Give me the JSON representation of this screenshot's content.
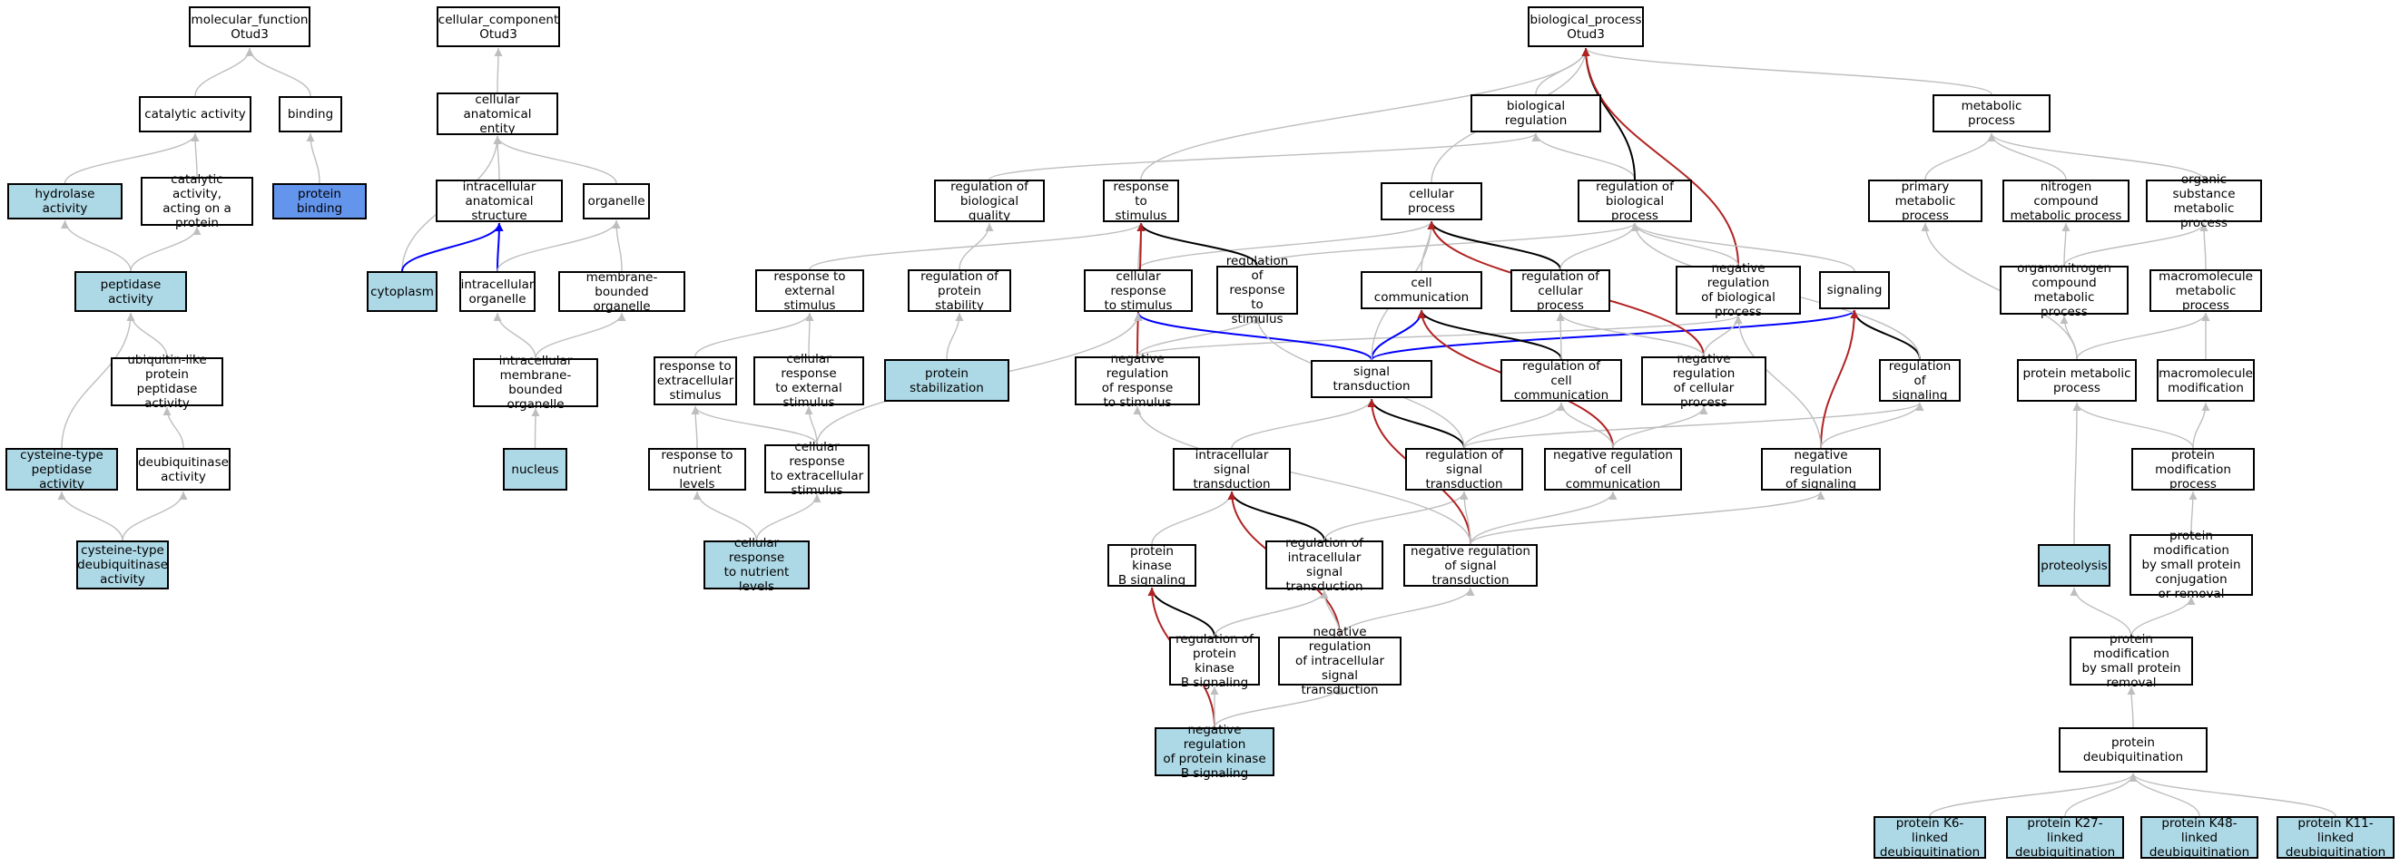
{
  "colors": {
    "default_edge": "#bebebe",
    "is_a_edge": "#000000",
    "part_of_edge": "#0000ff",
    "negative_reg_edge": "#b22222",
    "highlight_fill": "#add8e6",
    "binding_fill": "#6495ed"
  },
  "nodes": {
    "mf_root": "molecular_function\nOtud3",
    "catalytic": "catalytic activity",
    "binding": "binding",
    "hydrolase": "hydrolase activity",
    "cat_protein": "catalytic activity,\nacting on a\nprotein",
    "protein_binding": "protein binding",
    "peptidase": "peptidase activity",
    "ubl_peptidase": "ubiquitin-like\nprotein peptidase\nactivity",
    "cys_peptidase": "cysteine-type\npeptidase activity",
    "deubiquitinase": "deubiquitinase\nactivity",
    "cys_deubiquitinase": "cysteine-type\ndeubiquitinase\nactivity",
    "cc_root": "cellular_component\nOtud3",
    "cae": "cellular anatomical\nentity",
    "ias": "intracellular\nanatomical structure",
    "organelle": "organelle",
    "cytoplasm": "cytoplasm",
    "intra_org": "intracellular\norganelle",
    "mb_org": "membrane-bounded\norganelle",
    "imb_org": "intracellular\nmembrane-bounded\norganelle",
    "nucleus": "nucleus",
    "bp_root": "biological_process\nOtud3",
    "bio_reg": "biological regulation",
    "metabolic": "metabolic process",
    "reg_bio_quality": "regulation of\nbiological quality",
    "resp_stim": "response to\nstimulus",
    "cell_proc": "cellular process",
    "reg_bio_proc": "regulation of\nbiological process",
    "primary_met": "primary metabolic\nprocess",
    "nitrogen_met": "nitrogen compound\nmetabolic process",
    "organic_met": "organic substance\nmetabolic process",
    "resp_ext": "response to\nexternal stimulus",
    "reg_prot_stab": "regulation of\nprotein stability",
    "cell_resp_stim": "cellular response\nto stimulus",
    "reg_resp_stim": "regulation of\nresponse to\nstimulus",
    "cell_comm": "cell communication",
    "reg_cell_proc": "regulation of\ncellular process",
    "neg_reg_bio": "negative regulation\nof biological\nprocess",
    "signaling": "signaling",
    "orgN_met": "organonitrogen\ncompound metabolic\nprocess",
    "macro_met": "macromolecule\nmetabolic process",
    "resp_extra": "response to\nextracellular\nstimulus",
    "cell_resp_ext": "cellular response\nto external\nstimulus",
    "prot_stab": "protein stabilization",
    "neg_reg_resp": "negative regulation\nof response\nto stimulus",
    "sig_trans": "signal transduction",
    "reg_cell_comm": "regulation of\ncell communication",
    "neg_reg_cell": "negative regulation\nof cellular\nprocess",
    "reg_signaling": "regulation of\nsignaling",
    "prot_met": "protein metabolic\nprocess",
    "macro_mod": "macromolecule\nmodification",
    "resp_nutrient": "response to\nnutrient levels",
    "cell_resp_extra": "cellular response\nto extracellular\nstimulus",
    "intra_sig": "intracellular\nsignal transduction",
    "reg_sig_trans": "regulation of\nsignal transduction",
    "neg_reg_cell_comm": "negative regulation\nof cell communication",
    "neg_reg_sig": "negative regulation\nof signaling",
    "prot_mod": "protein modification\nprocess",
    "cell_resp_nutrient": "cellular response\nto nutrient\nlevels",
    "pkb": "protein kinase\nB signaling",
    "reg_intra_sig": "regulation of\nintracellular\nsignal transduction",
    "neg_reg_sig_trans": "negative regulation\nof signal transduction",
    "proteolysis": "proteolysis",
    "prot_mod_small": "protein modification\nby small protein\nconjugation\nor removal",
    "reg_pkb": "regulation of\nprotein kinase\nB signaling",
    "neg_reg_intra": "negative regulation\nof intracellular\nsignal transduction",
    "prot_mod_removal": "protein modification\nby small protein\nremoval",
    "neg_reg_pkb": "negative regulation\nof protein kinase\nB signaling",
    "prot_deubiq": "protein deubiquitination",
    "k6": "protein K6-linked\ndeubiquitination",
    "k27": "protein K27-linked\ndeubiquitination",
    "k48": "protein K48-linked\ndeubiquitination",
    "k11": "protein K11-linked\ndeubiquitination"
  },
  "edges": [
    [
      "catalytic",
      "mf_root",
      "gray"
    ],
    [
      "binding",
      "mf_root",
      "gray"
    ],
    [
      "hydrolase",
      "catalytic",
      "gray"
    ],
    [
      "cat_protein",
      "catalytic",
      "gray"
    ],
    [
      "protein_binding",
      "binding",
      "gray"
    ],
    [
      "peptidase",
      "hydrolase",
      "gray"
    ],
    [
      "peptidase",
      "cat_protein",
      "gray"
    ],
    [
      "ubl_peptidase",
      "peptidase",
      "gray"
    ],
    [
      "cys_peptidase",
      "peptidase",
      "gray"
    ],
    [
      "deubiquitinase",
      "ubl_peptidase",
      "gray"
    ],
    [
      "cys_deubiquitinase",
      "cys_peptidase",
      "gray"
    ],
    [
      "cys_deubiquitinase",
      "deubiquitinase",
      "gray"
    ],
    [
      "cae",
      "cc_root",
      "gray"
    ],
    [
      "ias",
      "cae",
      "gray"
    ],
    [
      "organelle",
      "cae",
      "gray"
    ],
    [
      "cytoplasm",
      "cae",
      "gray"
    ],
    [
      "cytoplasm",
      "ias",
      "blue"
    ],
    [
      "intra_org",
      "ias",
      "blue"
    ],
    [
      "intra_org",
      "organelle",
      "gray"
    ],
    [
      "mb_org",
      "organelle",
      "gray"
    ],
    [
      "imb_org",
      "intra_org",
      "gray"
    ],
    [
      "imb_org",
      "mb_org",
      "gray"
    ],
    [
      "nucleus",
      "imb_org",
      "gray"
    ],
    [
      "bio_reg",
      "bp_root",
      "gray"
    ],
    [
      "metabolic",
      "bp_root",
      "gray"
    ],
    [
      "reg_bio_quality",
      "bio_reg",
      "gray"
    ],
    [
      "resp_stim",
      "bp_root",
      "gray"
    ],
    [
      "cell_proc",
      "bp_root",
      "gray"
    ],
    [
      "reg_bio_proc",
      "bio_reg",
      "gray"
    ],
    [
      "reg_bio_proc",
      "bp_root",
      "black"
    ],
    [
      "neg_reg_bio",
      "bp_root",
      "red"
    ],
    [
      "primary_met",
      "metabolic",
      "gray"
    ],
    [
      "nitrogen_met",
      "metabolic",
      "gray"
    ],
    [
      "organic_met",
      "metabolic",
      "gray"
    ],
    [
      "resp_ext",
      "resp_stim",
      "gray"
    ],
    [
      "reg_prot_stab",
      "reg_bio_quality",
      "gray"
    ],
    [
      "cell_resp_stim",
      "resp_stim",
      "gray"
    ],
    [
      "cell_resp_stim",
      "cell_proc",
      "gray"
    ],
    [
      "reg_resp_stim",
      "resp_stim",
      "black"
    ],
    [
      "reg_resp_stim",
      "reg_bio_proc",
      "gray"
    ],
    [
      "cell_comm",
      "cell_proc",
      "gray"
    ],
    [
      "reg_cell_proc",
      "cell_proc",
      "black"
    ],
    [
      "reg_cell_proc",
      "reg_bio_proc",
      "gray"
    ],
    [
      "neg_reg_bio",
      "reg_bio_proc",
      "gray"
    ],
    [
      "signaling",
      "reg_bio_proc",
      "gray"
    ],
    [
      "orgN_met",
      "nitrogen_met",
      "gray"
    ],
    [
      "orgN_met",
      "organic_met",
      "gray"
    ],
    [
      "macro_met",
      "organic_met",
      "gray"
    ],
    [
      "resp_extra",
      "resp_ext",
      "gray"
    ],
    [
      "cell_resp_ext",
      "resp_ext",
      "gray"
    ],
    [
      "prot_stab",
      "reg_prot_stab",
      "gray"
    ],
    [
      "neg_reg_resp",
      "resp_stim",
      "red"
    ],
    [
      "neg_reg_resp",
      "reg_resp_stim",
      "gray"
    ],
    [
      "neg_reg_resp",
      "neg_reg_bio",
      "gray"
    ],
    [
      "sig_trans",
      "cell_resp_stim",
      "blue"
    ],
    [
      "sig_trans",
      "cell_comm",
      "blue"
    ],
    [
      "sig_trans",
      "signaling",
      "blue"
    ],
    [
      "sig_trans",
      "cell_proc",
      "gray"
    ],
    [
      "reg_cell_comm",
      "cell_comm",
      "black"
    ],
    [
      "reg_cell_comm",
      "reg_cell_proc",
      "gray"
    ],
    [
      "neg_reg_cell",
      "cell_proc",
      "red"
    ],
    [
      "neg_reg_cell",
      "reg_cell_proc",
      "gray"
    ],
    [
      "neg_reg_cell",
      "neg_reg_bio",
      "gray"
    ],
    [
      "reg_signaling",
      "signaling",
      "black"
    ],
    [
      "reg_signaling",
      "reg_bio_proc",
      "gray"
    ],
    [
      "prot_met",
      "primary_met",
      "gray"
    ],
    [
      "prot_met",
      "orgN_met",
      "gray"
    ],
    [
      "prot_met",
      "macro_met",
      "gray"
    ],
    [
      "macro_mod",
      "macro_met",
      "gray"
    ],
    [
      "resp_nutrient",
      "resp_extra",
      "gray"
    ],
    [
      "cell_resp_extra",
      "resp_extra",
      "gray"
    ],
    [
      "cell_resp_extra",
      "cell_resp_ext",
      "gray"
    ],
    [
      "cell_resp_extra",
      "cell_resp_stim",
      "gray"
    ],
    [
      "intra_sig",
      "sig_trans",
      "gray"
    ],
    [
      "reg_sig_trans",
      "sig_trans",
      "black"
    ],
    [
      "reg_sig_trans",
      "reg_cell_comm",
      "gray"
    ],
    [
      "reg_sig_trans",
      "reg_signaling",
      "gray"
    ],
    [
      "reg_sig_trans",
      "reg_resp_stim",
      "gray"
    ],
    [
      "neg_reg_cell_comm",
      "cell_comm",
      "red"
    ],
    [
      "neg_reg_cell_comm",
      "reg_cell_comm",
      "gray"
    ],
    [
      "neg_reg_cell_comm",
      "neg_reg_cell",
      "gray"
    ],
    [
      "neg_reg_sig",
      "signaling",
      "red"
    ],
    [
      "neg_reg_sig",
      "reg_signaling",
      "gray"
    ],
    [
      "neg_reg_sig",
      "neg_reg_bio",
      "gray"
    ],
    [
      "prot_mod",
      "prot_met",
      "gray"
    ],
    [
      "prot_mod",
      "macro_mod",
      "gray"
    ],
    [
      "cell_resp_nutrient",
      "resp_nutrient",
      "gray"
    ],
    [
      "cell_resp_nutrient",
      "cell_resp_extra",
      "gray"
    ],
    [
      "pkb",
      "intra_sig",
      "gray"
    ],
    [
      "reg_intra_sig",
      "intra_sig",
      "black"
    ],
    [
      "reg_intra_sig",
      "reg_sig_trans",
      "gray"
    ],
    [
      "neg_reg_sig_trans",
      "sig_trans",
      "red"
    ],
    [
      "neg_reg_sig_trans",
      "reg_sig_trans",
      "gray"
    ],
    [
      "neg_reg_sig_trans",
      "neg_reg_sig",
      "gray"
    ],
    [
      "neg_reg_sig_trans",
      "neg_reg_cell_comm",
      "gray"
    ],
    [
      "neg_reg_sig_trans",
      "neg_reg_resp",
      "gray"
    ],
    [
      "proteolysis",
      "prot_met",
      "gray"
    ],
    [
      "prot_mod_small",
      "prot_mod",
      "gray"
    ],
    [
      "reg_pkb",
      "pkb",
      "black"
    ],
    [
      "reg_pkb",
      "reg_intra_sig",
      "gray"
    ],
    [
      "neg_reg_intra",
      "intra_sig",
      "red"
    ],
    [
      "neg_reg_intra",
      "reg_intra_sig",
      "gray"
    ],
    [
      "neg_reg_intra",
      "neg_reg_sig_trans",
      "gray"
    ],
    [
      "prot_mod_removal",
      "proteolysis",
      "gray"
    ],
    [
      "prot_mod_removal",
      "prot_mod_small",
      "gray"
    ],
    [
      "neg_reg_pkb",
      "pkb",
      "red"
    ],
    [
      "neg_reg_pkb",
      "reg_pkb",
      "gray"
    ],
    [
      "neg_reg_pkb",
      "neg_reg_intra",
      "gray"
    ],
    [
      "prot_deubiq",
      "prot_mod_removal",
      "gray"
    ],
    [
      "k6",
      "prot_deubiq",
      "gray"
    ],
    [
      "k27",
      "prot_deubiq",
      "gray"
    ],
    [
      "k48",
      "prot_deubiq",
      "gray"
    ],
    [
      "k11",
      "prot_deubiq",
      "gray"
    ]
  ]
}
